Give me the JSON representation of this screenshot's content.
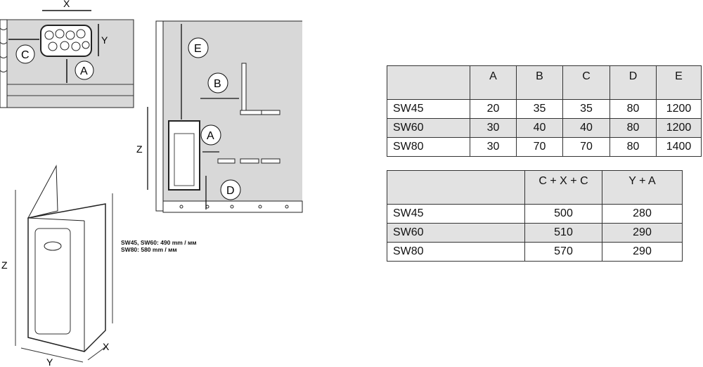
{
  "diagram_labels": {
    "top_view": {
      "x": "X",
      "y": "Y",
      "c": "C",
      "a": "A"
    },
    "side_view": {
      "e": "E",
      "b": "B",
      "a": "A",
      "d": "D",
      "z": "Z"
    },
    "heater": {
      "z": "Z",
      "x": "X",
      "y": "Y"
    }
  },
  "note": {
    "line1": "SW45, SW60: 490 mm / мм",
    "line2": "SW80: 580 mm / мм"
  },
  "table1": {
    "headers": [
      "",
      "A",
      "B",
      "C",
      "D",
      "E"
    ],
    "rows": [
      [
        "SW45",
        "20",
        "35",
        "35",
        "80",
        "1200"
      ],
      [
        "SW60",
        "30",
        "40",
        "40",
        "80",
        "1200"
      ],
      [
        "SW80",
        "30",
        "70",
        "70",
        "80",
        "1400"
      ]
    ]
  },
  "table2": {
    "headers": [
      "",
      "C + X + C",
      "Y + A"
    ],
    "rows": [
      [
        "SW45",
        "500",
        "280"
      ],
      [
        "SW60",
        "510",
        "290"
      ],
      [
        "SW80",
        "570",
        "290"
      ]
    ]
  }
}
